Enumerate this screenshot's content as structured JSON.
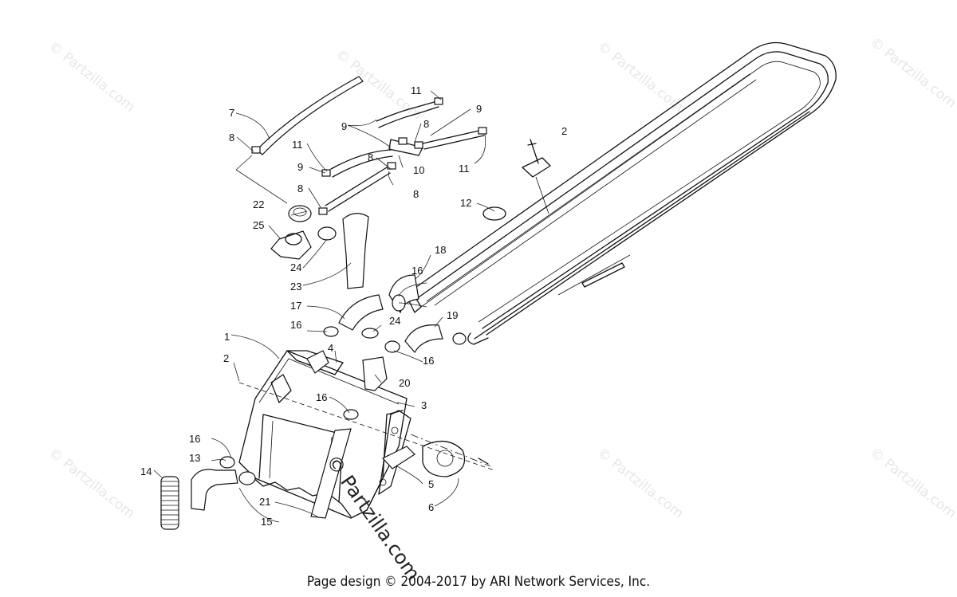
{
  "watermark": {
    "text": "Partzilla.com",
    "symbol": "©"
  },
  "callouts": [
    {
      "id": "c1",
      "num": "1"
    },
    {
      "id": "c2a",
      "num": "2"
    },
    {
      "id": "c2b",
      "num": "2"
    },
    {
      "id": "c3",
      "num": "3"
    },
    {
      "id": "c4",
      "num": "4"
    },
    {
      "id": "c5",
      "num": "5"
    },
    {
      "id": "c6",
      "num": "6"
    },
    {
      "id": "c7",
      "num": "7"
    },
    {
      "id": "c8a",
      "num": "8"
    },
    {
      "id": "c8b",
      "num": "8"
    },
    {
      "id": "c8c",
      "num": "8"
    },
    {
      "id": "c8d",
      "num": "8"
    },
    {
      "id": "c8e",
      "num": "8"
    },
    {
      "id": "c9a",
      "num": "9"
    },
    {
      "id": "c9b",
      "num": "9"
    },
    {
      "id": "c9c",
      "num": "9"
    },
    {
      "id": "c10",
      "num": "10"
    },
    {
      "id": "c11a",
      "num": "11"
    },
    {
      "id": "c11b",
      "num": "11"
    },
    {
      "id": "c11c",
      "num": "11"
    },
    {
      "id": "c12",
      "num": "12"
    },
    {
      "id": "c13",
      "num": "13"
    },
    {
      "id": "c14",
      "num": "14"
    },
    {
      "id": "c15",
      "num": "15"
    },
    {
      "id": "c16a",
      "num": "16"
    },
    {
      "id": "c16b",
      "num": "16"
    },
    {
      "id": "c16c",
      "num": "16"
    },
    {
      "id": "c16d",
      "num": "16"
    },
    {
      "id": "c16e",
      "num": "16"
    },
    {
      "id": "c17",
      "num": "17"
    },
    {
      "id": "c18",
      "num": "18"
    },
    {
      "id": "c19",
      "num": "19"
    },
    {
      "id": "c20",
      "num": "20"
    },
    {
      "id": "c21",
      "num": "21"
    },
    {
      "id": "c22",
      "num": "22"
    },
    {
      "id": "c23",
      "num": "23"
    },
    {
      "id": "c24a",
      "num": "24"
    },
    {
      "id": "c24b",
      "num": "24"
    },
    {
      "id": "c25",
      "num": "25"
    }
  ],
  "footer": {
    "text": "Page design © 2004-2017 by ARI Network Services, Inc."
  }
}
